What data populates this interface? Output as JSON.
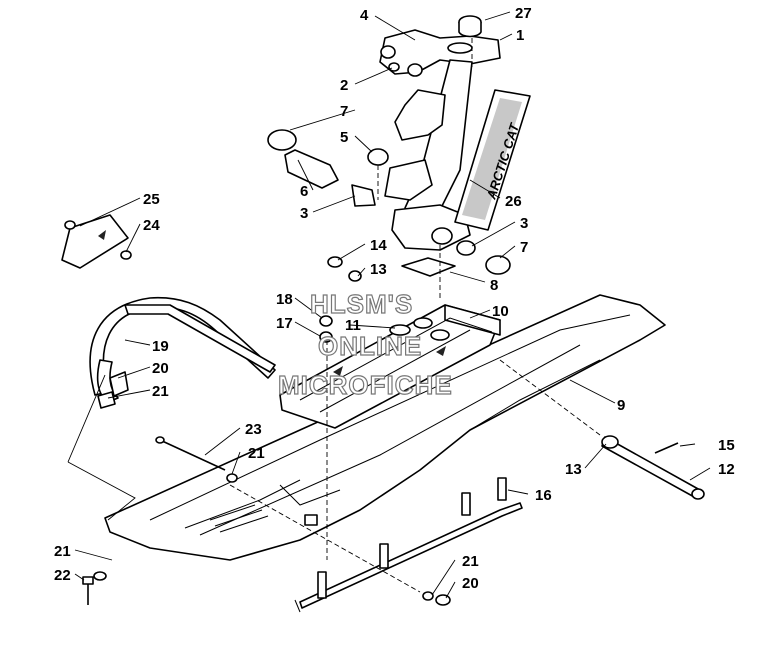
{
  "watermark": {
    "line1": "HLSM'S",
    "line2": "ONLINE",
    "line3": "MICROFICHE"
  },
  "decal_text": "ARCTIC CAT",
  "callouts": {
    "c1": "1",
    "c2": "2",
    "c3a": "3",
    "c3b": "3",
    "c4": "4",
    "c5": "5",
    "c6": "6",
    "c7a": "7",
    "c7b": "7",
    "c8": "8",
    "c9": "9",
    "c10": "10",
    "c11": "11",
    "c12": "12",
    "c13a": "13",
    "c13b": "13",
    "c14": "14",
    "c15": "15",
    "c16": "16",
    "c17": "17",
    "c18": "18",
    "c19": "19",
    "c20a": "20",
    "c20b": "20",
    "c21a": "21",
    "c21b": "21",
    "c21c": "21",
    "c21d": "21",
    "c22": "22",
    "c23": "23",
    "c24": "24",
    "c25": "25",
    "c26": "26",
    "c27": "27"
  }
}
